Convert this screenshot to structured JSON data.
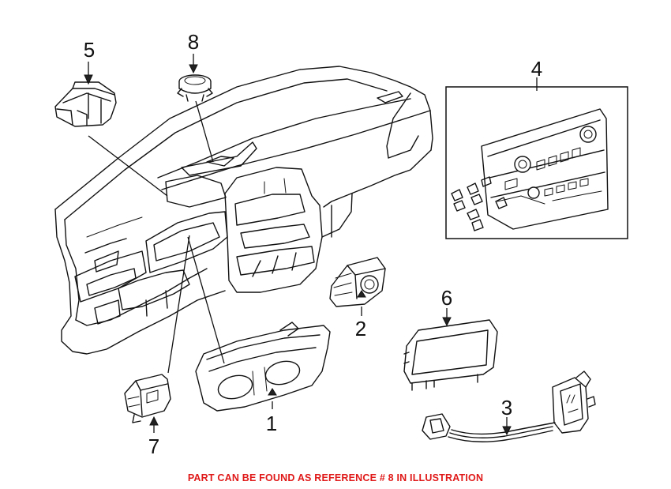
{
  "diagram": {
    "callouts": {
      "c1": "1",
      "c2": "2",
      "c3": "3",
      "c4": "4",
      "c5": "5",
      "c6": "6",
      "c7": "7",
      "c8": "8"
    }
  },
  "footer": {
    "note": "PART CAN BE FOUND AS REFERENCE # 8 IN ILLUSTRATION",
    "note_color": "#e01818"
  }
}
